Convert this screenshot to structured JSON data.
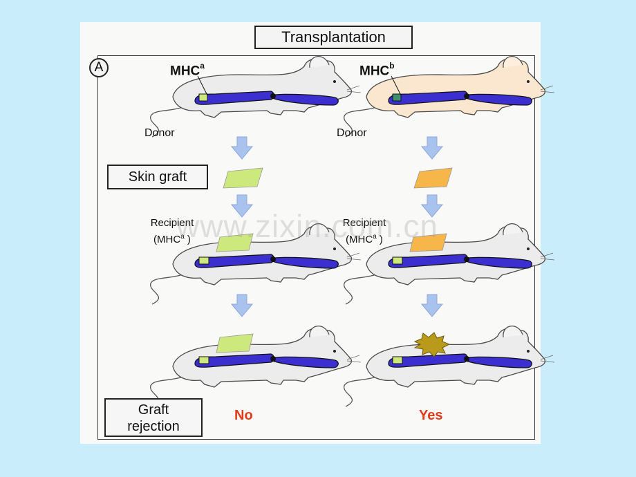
{
  "title": "Transplantation",
  "panel_label": "A",
  "left": {
    "mhc_base": "MHC",
    "mhc_sup": "a",
    "donor_label": "Donor",
    "recipient_line1": "Recipient",
    "recipient_line2_base": "(MHC",
    "recipient_line2_sup": "a",
    "recipient_line2_end": " )",
    "result": "No"
  },
  "right": {
    "mhc_base": "MHC",
    "mhc_sup": "b",
    "donor_label": "Donor",
    "recipient_line1": "Recipient",
    "recipient_line2_base": "(MHC",
    "recipient_line2_sup": "a",
    "recipient_line2_end": " )",
    "result": "Yes"
  },
  "skin_graft_label": "Skin graft",
  "graft_rejection_line1": "Graft",
  "graft_rejection_line2": "rejection",
  "watermark": "www.zixin.com.cn",
  "colors": {
    "background": "#c9edfb",
    "mouse_white": "#ececec",
    "mouse_tan": "#fbe6cf",
    "chromosome": "#3b2fd0",
    "graft_green": "#cde97e",
    "graft_orange": "#f7b64a",
    "rejected_graft": "#b99a1a",
    "arrow": "#a9c3ee",
    "result_red": "#e03a18"
  }
}
